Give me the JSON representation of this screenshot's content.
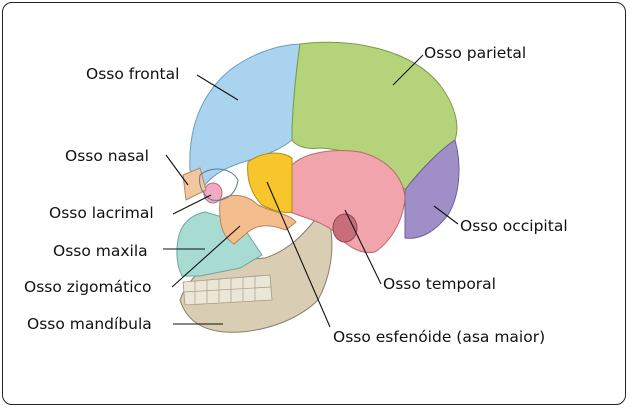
{
  "labels": {
    "frontal": "Osso frontal",
    "parietal": "Osso parietal",
    "nasal": "Osso nasal",
    "lacrimal": "Osso lacrimal",
    "maxila": "Osso maxila",
    "zigomatico": "Osso zigomático",
    "mandibula": "Osso mandíbula",
    "occipital": "Osso occipital",
    "temporal": "Osso temporal",
    "esfenoide": "Osso esfenóide (asa maior)"
  },
  "colors": {
    "frontal": "#a9d3ef",
    "parietal": "#b5d37a",
    "occipital": "#a08fc7",
    "temporal": "#f2a4ac",
    "esfenoide": "#f7c62c",
    "zigomatico": "#f4bd8d",
    "lacrimal": "#f2a9c2",
    "maxila": "#a8dcd2",
    "mandibula": "#d9cdb3",
    "nasal": "#f1c7a0"
  }
}
